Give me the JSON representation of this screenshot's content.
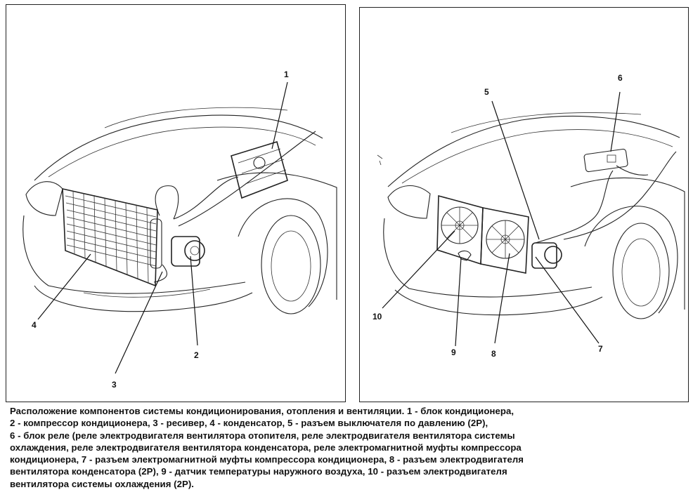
{
  "left_panel": {
    "callouts": [
      "1",
      "2",
      "3",
      "4"
    ]
  },
  "right_panel": {
    "callouts": [
      "5",
      "6",
      "7",
      "8",
      "9",
      "10"
    ]
  },
  "caption": {
    "lines": [
      "Расположение компонентов системы кондиционирования, отопления и вентиляции. 1 - блок кондиционера,",
      "2 - компрессор кондиционера, 3 - ресивер, 4 - конденсатор, 5 - разъем выключателя по давлению (2P),",
      "6 - блок реле (реле электродвигателя вентилятора отопителя, реле электродвигателя вентилятора системы",
      "охлаждения, реле электродвигателя вентилятора конденсатора, реле электромагнитной муфты компрессора",
      "кондиционера, 7 - разъем электромагнитной муфты компрессора кондиционера, 8 - разъем электродвигателя",
      "вентилятора конденсатора (2P), 9 - датчик температуры наружного воздуха, 10 - разъем электродвигателя",
      "вентилятора системы охлаждения (2P)."
    ]
  }
}
